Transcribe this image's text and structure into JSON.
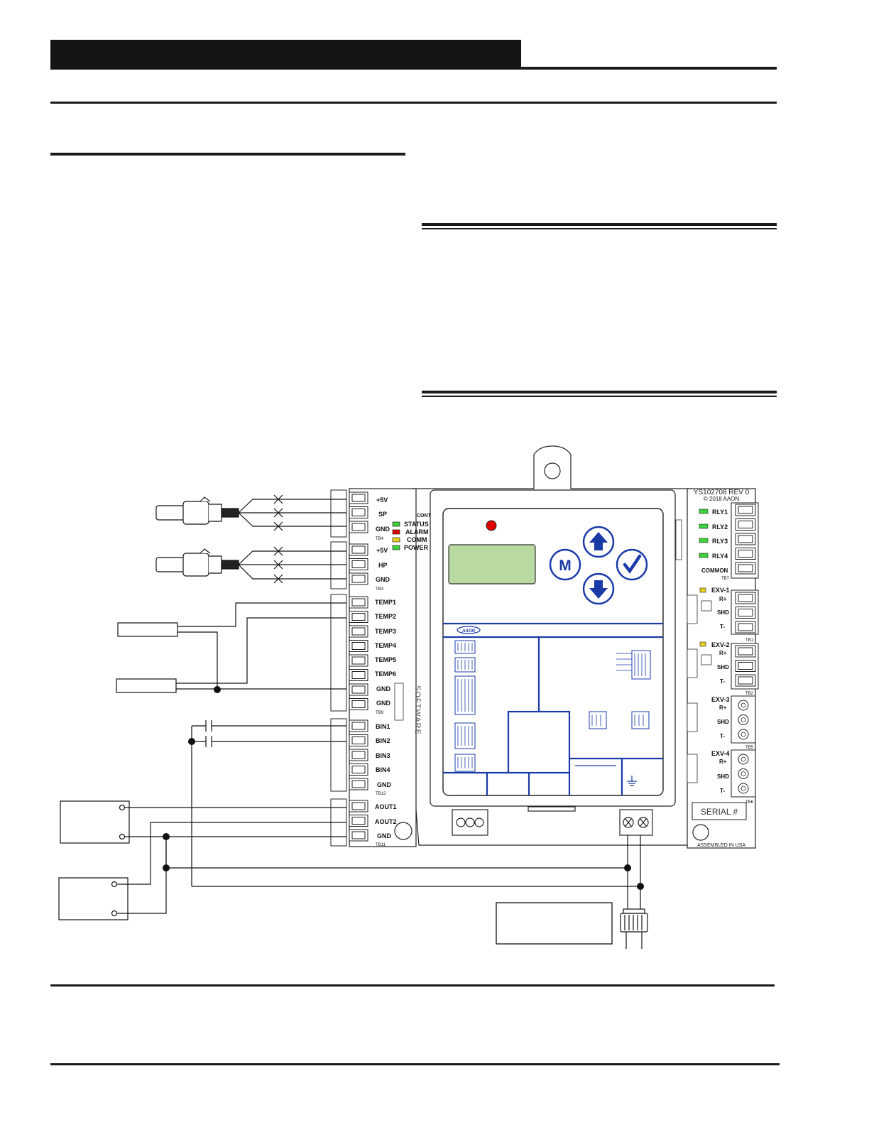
{
  "board": {
    "part_number": "YS102708 REV 0",
    "copyright": "© 2018 AAON",
    "serial_label": "SERIAL #",
    "assembled": "ASSEMBLED IN USA",
    "software_label": "SOFTWARE",
    "brand": "AAON",
    "keypad": {
      "menu_key": "M"
    }
  },
  "terminals_left": {
    "top": [
      "+5V",
      "SP",
      "GND"
    ],
    "top_ref": "TB4",
    "hp": [
      "+5V",
      "HP",
      "GND"
    ],
    "hp_ref": "TB3",
    "temps": [
      "TEMP1",
      "TEMP2",
      "TEMP3",
      "TEMP4",
      "TEMP5",
      "TEMP6",
      "GND",
      "GND"
    ],
    "temps_ref": "TB9",
    "binaries": [
      "BIN1",
      "BIN2",
      "BIN3",
      "BIN4",
      "GND"
    ],
    "binaries_ref": "TB12",
    "aouts": [
      "AOUT1",
      "AOUT2",
      "GND"
    ],
    "aouts_ref": "TB11"
  },
  "leds": [
    "STATUS",
    "ALARM",
    "COMM",
    "POWER"
  ],
  "cont_label": "CONT",
  "relays": [
    "RLY1",
    "RLY2",
    "RLY3",
    "RLY4",
    "COMMON"
  ],
  "relays_ref": "TB7",
  "exv": [
    {
      "name": "EXV-1",
      "pins": [
        "R+",
        "SHD",
        "T-"
      ]
    },
    {
      "name": "EXV-2",
      "pins": [
        "R+",
        "SHD",
        "T-"
      ]
    },
    {
      "name": "EXV-3",
      "pins": [
        "R+",
        "SHD",
        "T-"
      ]
    },
    {
      "name": "EXV-4",
      "pins": [
        "R+",
        "SHD",
        "T-"
      ]
    }
  ],
  "exv_refs": [
    "TB1",
    "TB2",
    "TB5",
    "TB6"
  ],
  "colors": {
    "blue": "#1a3aa8",
    "lcd": "#b9d9a0",
    "led_red": "#e00000",
    "led_green": "#3cd23c",
    "led_yellow": "#e6d21e"
  }
}
